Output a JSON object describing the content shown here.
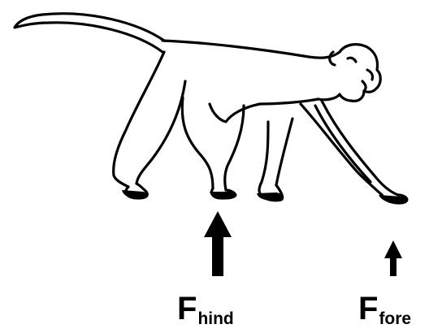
{
  "figure": {
    "subject": "walking-monkey",
    "colors": {
      "outline": "#000000",
      "background": "#ffffff"
    }
  },
  "forces": {
    "hind": {
      "symbol": "F",
      "subscript": "hind",
      "relative_magnitude": 1.0
    },
    "fore": {
      "symbol": "F",
      "subscript": "fore",
      "relative_magnitude": 0.55
    }
  }
}
